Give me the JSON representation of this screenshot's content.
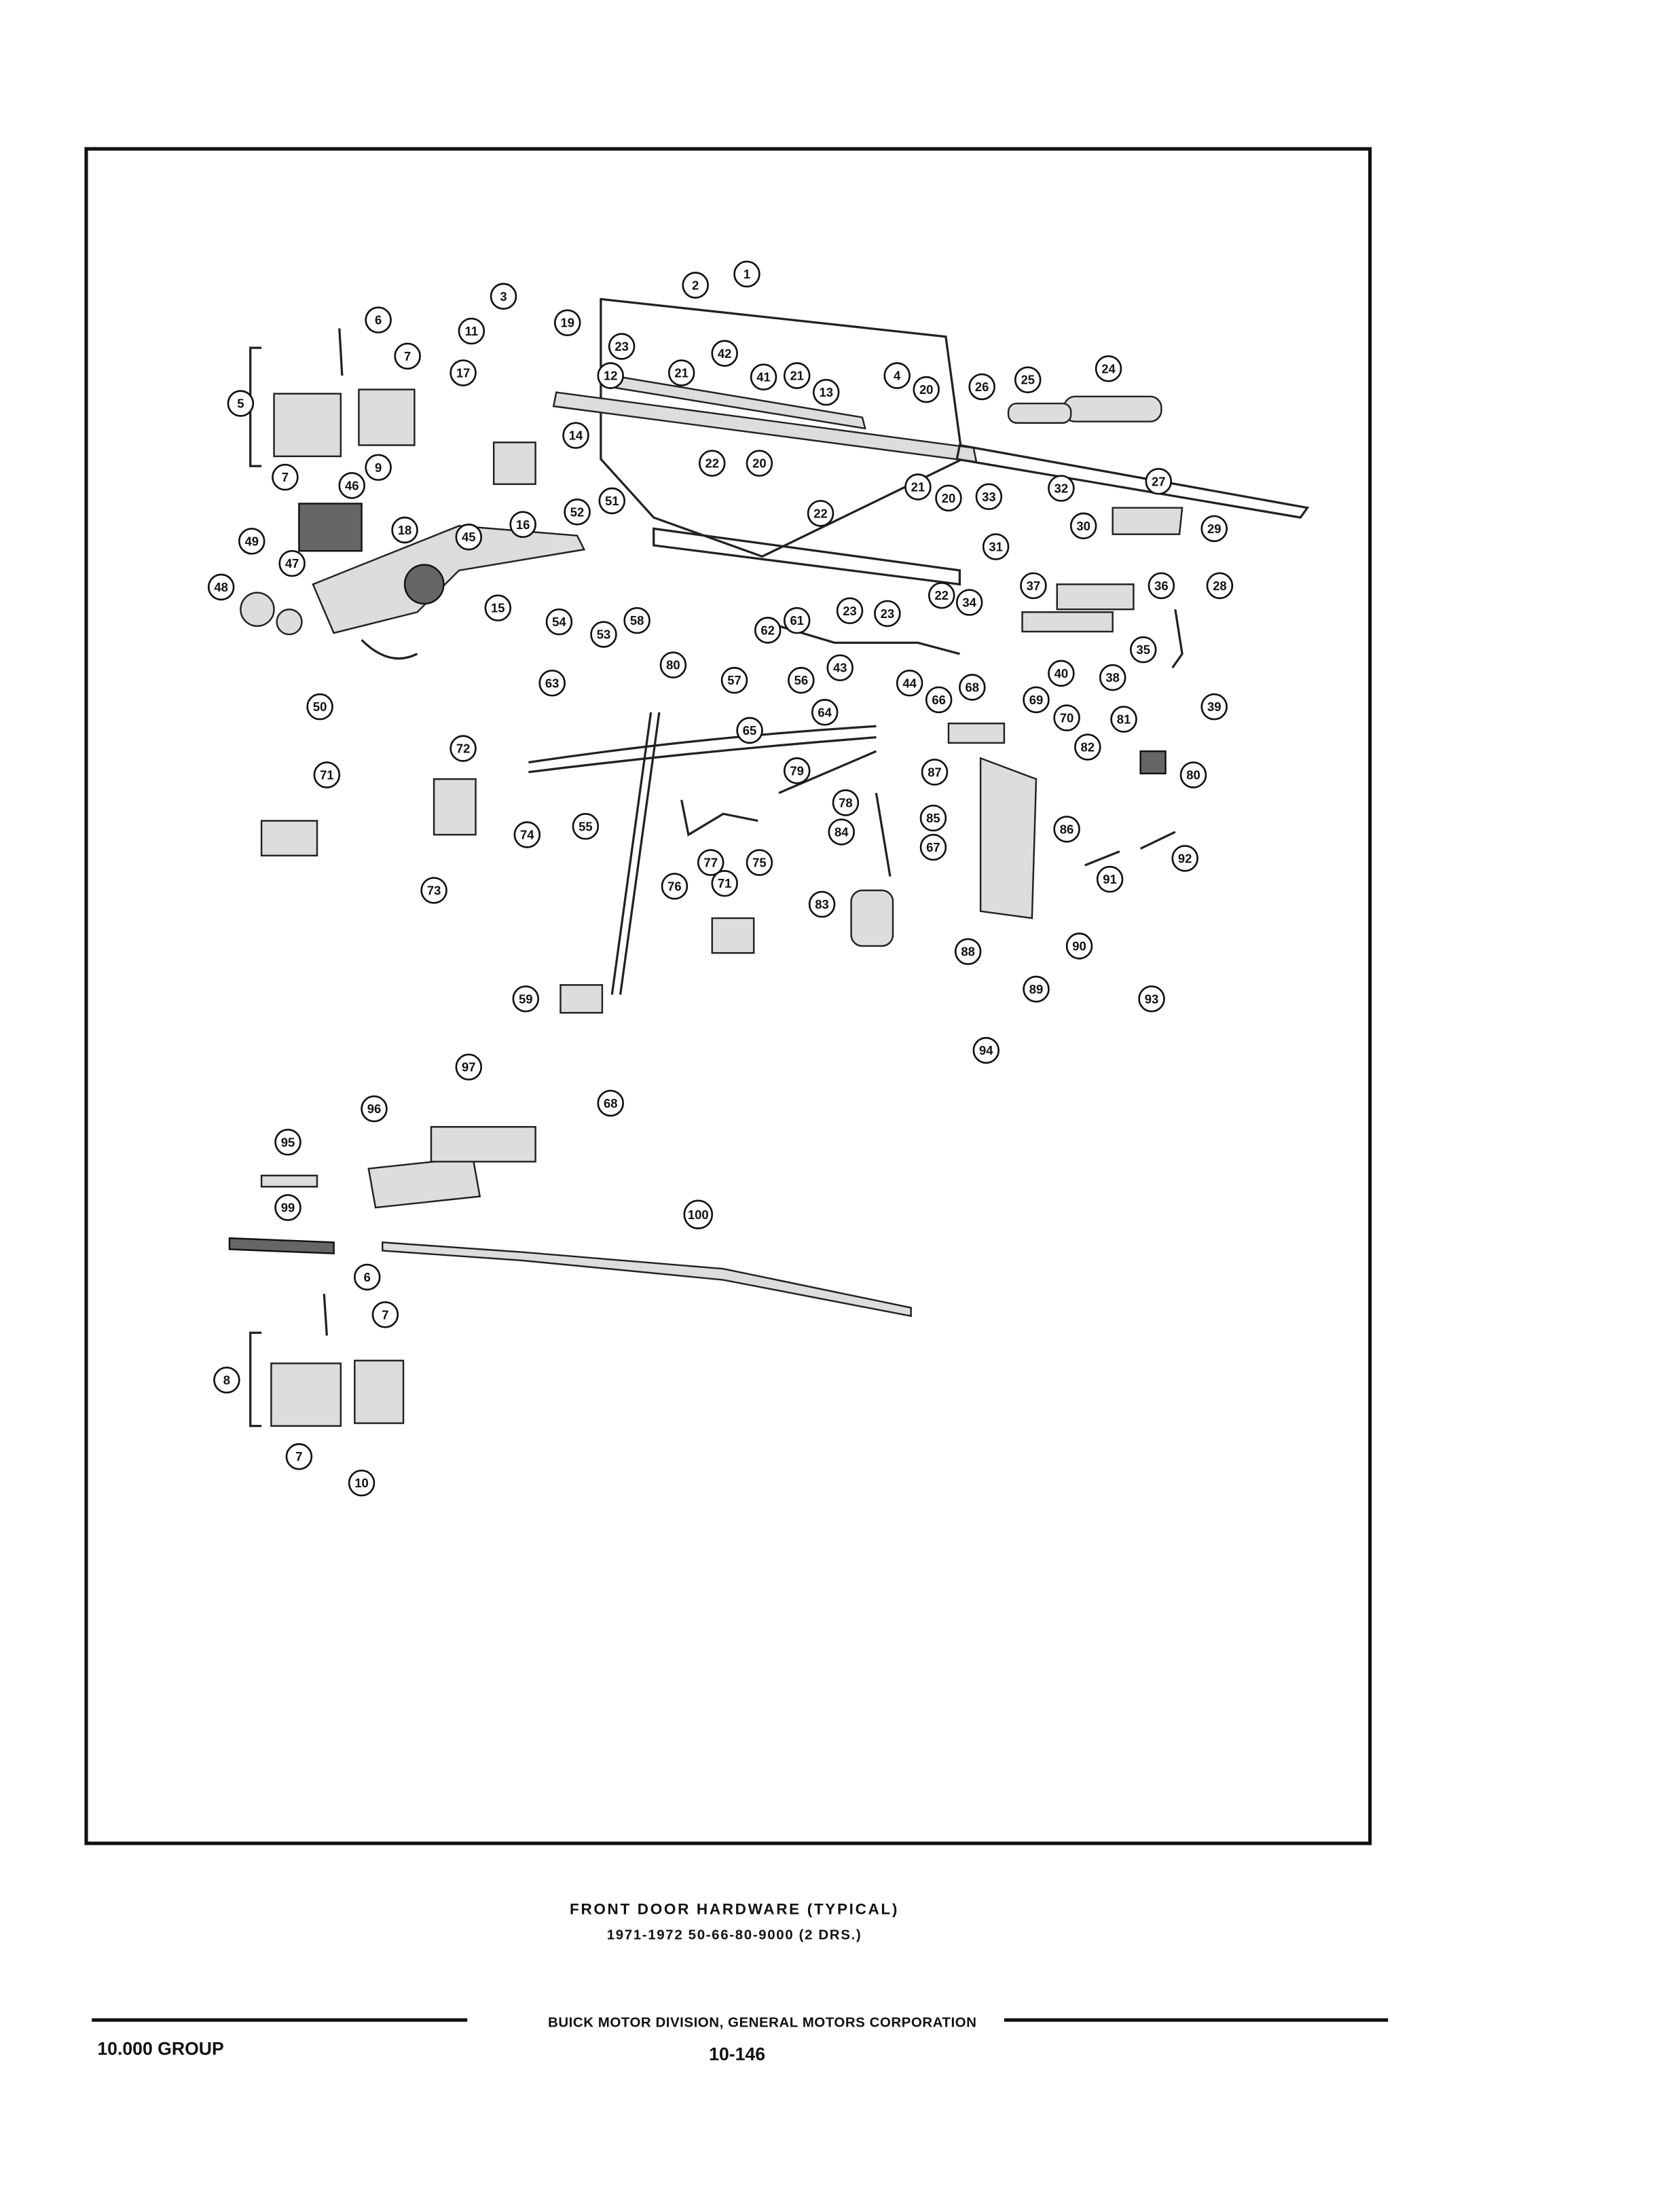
{
  "diagram": {
    "callouts": [
      "1",
      "2",
      "3",
      "6",
      "19",
      "11",
      "23",
      "7",
      "12",
      "21",
      "42",
      "41",
      "21",
      "13",
      "4",
      "20",
      "26",
      "25",
      "24",
      "17",
      "5",
      "9",
      "7",
      "14",
      "22",
      "20",
      "16",
      "18",
      "46",
      "22",
      "21",
      "20",
      "33",
      "32",
      "27",
      "51",
      "52",
      "45",
      "49",
      "47",
      "31",
      "30",
      "29",
      "48",
      "37",
      "36",
      "28",
      "15",
      "54",
      "53",
      "58",
      "62",
      "61",
      "23",
      "23",
      "22",
      "34",
      "35",
      "40",
      "38",
      "39",
      "50",
      "80",
      "57",
      "56",
      "43",
      "44",
      "63",
      "64",
      "65",
      "66",
      "68",
      "69",
      "70",
      "81",
      "82",
      "80",
      "72",
      "71",
      "79",
      "87",
      "74",
      "55",
      "78",
      "85",
      "86",
      "84",
      "77",
      "75",
      "67",
      "92",
      "91",
      "76",
      "73",
      "71",
      "83",
      "88",
      "90",
      "89",
      "93",
      "59",
      "94",
      "97",
      "68",
      "96",
      "95",
      "99",
      "100",
      "6",
      "7",
      "8",
      "7",
      "10"
    ]
  },
  "caption": {
    "title": "FRONT DOOR HARDWARE (TYPICAL)",
    "subtitle": "1971-1972 50-66-80-9000  (2 DRS.)"
  },
  "footer": {
    "publisher": "BUICK MOTOR DIVISION, GENERAL MOTORS CORPORATION",
    "group": "10.000 GROUP",
    "page": "10-146"
  }
}
